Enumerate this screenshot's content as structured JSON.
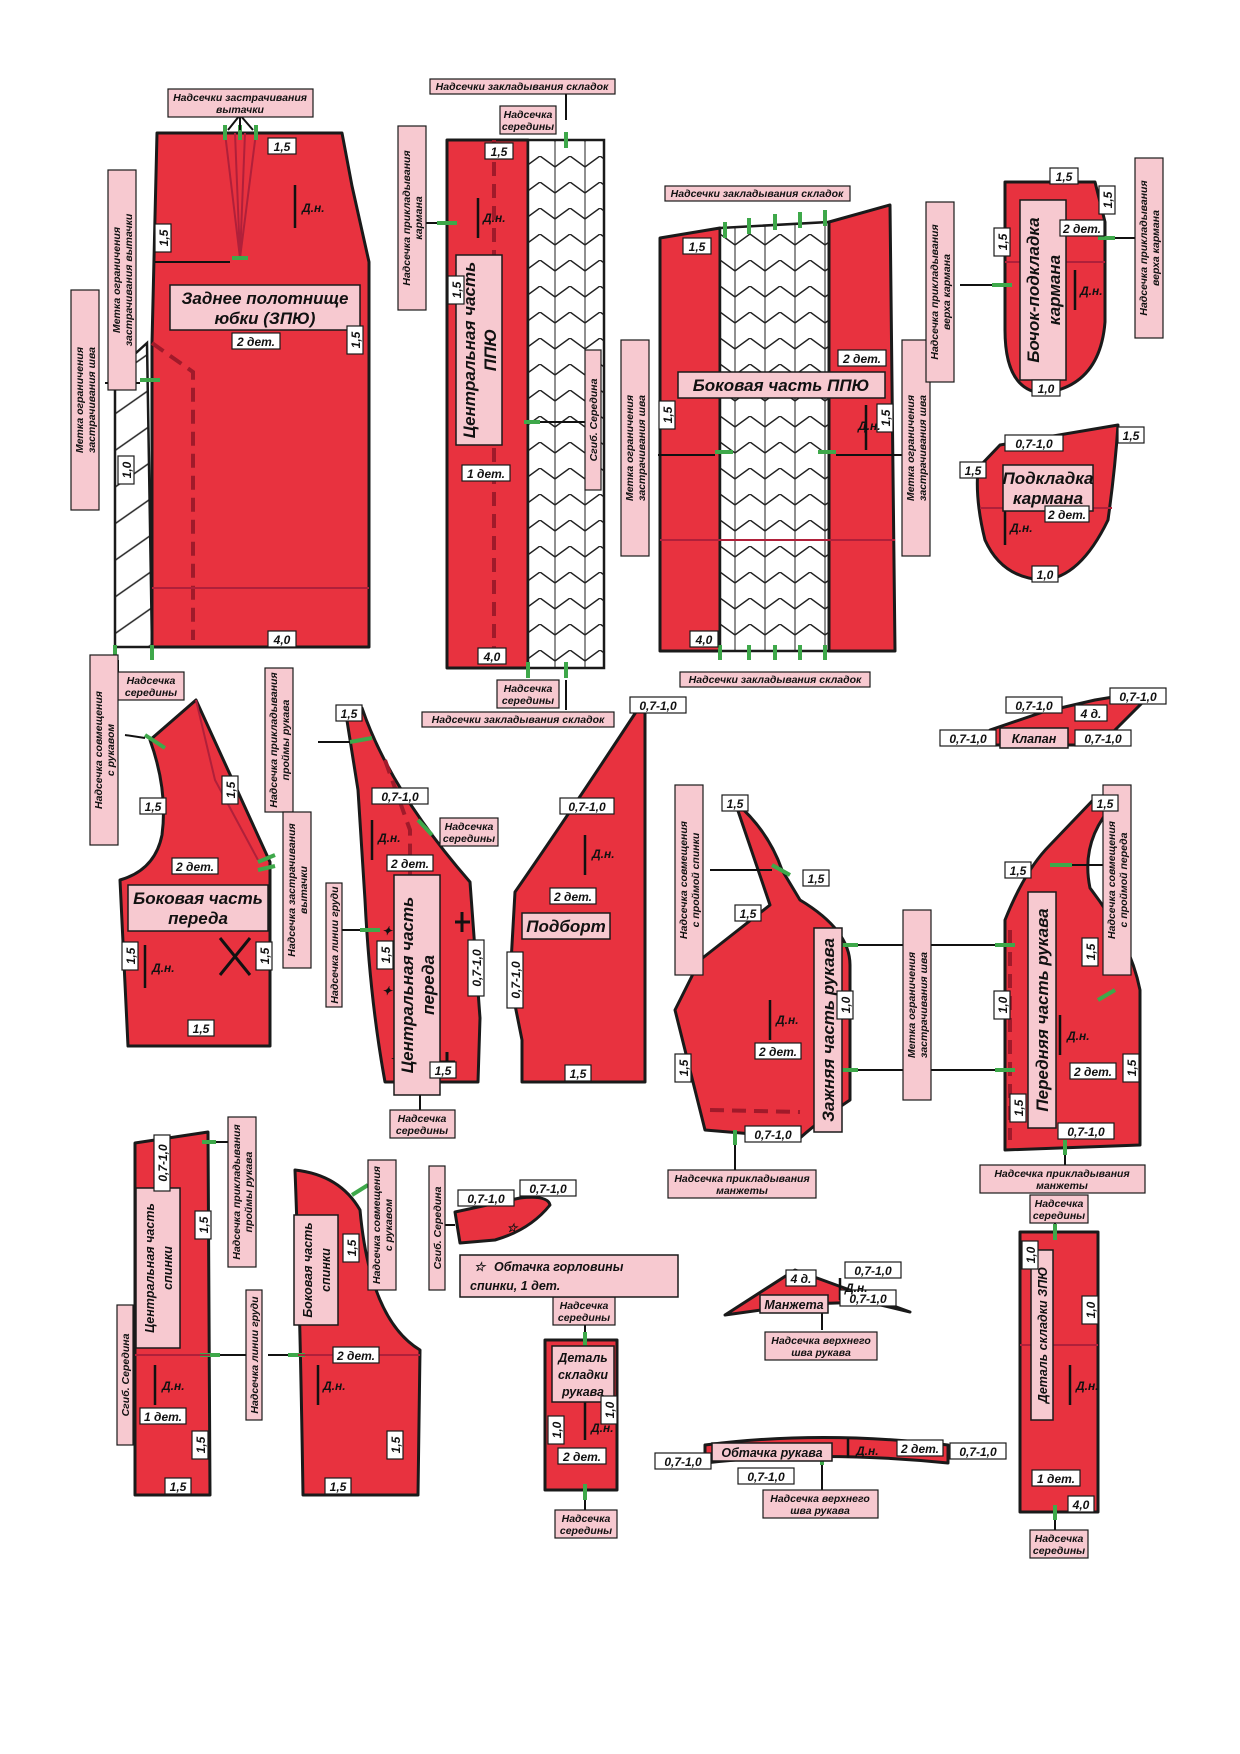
{
  "colors": {
    "piece": "#e8323f",
    "label_bg": "#f7c9d0",
    "notch": "#3ea84a"
  },
  "grain_mark": "Д.н.",
  "dims": {
    "d15": "1,5",
    "d10": "1,0",
    "d40": "4,0",
    "d0710": "0,7-1,0",
    "det1": "1 дет.",
    "det2": "2 дет.",
    "det4": "4 д."
  },
  "titles": {
    "zpu": [
      "Заднее полотнище",
      "юбки (ЗПЮ)"
    ],
    "central_ppu": [
      "Центральная часть",
      "ППЮ"
    ],
    "side_ppu": "Боковая часть ППЮ",
    "pocket_side": [
      "Бочок-подкладка",
      "кармана"
    ],
    "pocket_lining": [
      "Подкладка",
      "кармана"
    ],
    "flap": "Клапан",
    "side_front": [
      "Боковая часть",
      "переда"
    ],
    "central_front": [
      "Центральная часть",
      "переда"
    ],
    "facing": "Подборт",
    "back_sleeve": "Зажняя часть рукава",
    "front_sleeve": "Передняя часть рукава",
    "central_back": [
      "Центральная часть",
      "спинки"
    ],
    "side_back": [
      "Боковая часть",
      "спинки"
    ],
    "neck_facing": [
      "Обтачка горловины",
      "спинки, 1 дет."
    ],
    "cuff": "Манжета",
    "sleeve_pleat": [
      "Деталь",
      "складки",
      "рукава"
    ],
    "sleeve_facing": "Обтачка рукава",
    "zpu_pleat": "Деталь складки ЗПЮ"
  },
  "labels": {
    "dart_stitch_notches": [
      "Надсечки застрачивания",
      "вытачки"
    ],
    "dart_limit_mark": [
      "Метка ограничения",
      "застрачивания вытачки"
    ],
    "seam_limit_mark": [
      "Метка ограничения",
      "застрачивания шва"
    ],
    "middle_notch": [
      "Надсечка",
      "середины"
    ],
    "pleat_notches": "Надсечки закладывания складок",
    "pocket_attach_notch": [
      "Надсечка прикладывания",
      "кармана"
    ],
    "fold_middle": "Сгиб. Середина",
    "pocket_top_notch": [
      "Надсечка прикладывания",
      "верха кармана"
    ],
    "sleeve_join_notch": [
      "Надсечка совмещения",
      "с рукавом"
    ],
    "armhole_notch": [
      "Надсечка прикладывания",
      "проймы рукава"
    ],
    "dart_stitch_notch": [
      "Надсечка застрачивания",
      "вытачки"
    ],
    "chest_line_notch": "Надсечка линии груди",
    "back_armhole_notch": [
      "Надсечка совмещения",
      "с проймой спинки"
    ],
    "front_armhole_notch": [
      "Надсечка совмещения",
      "с проймой переда"
    ],
    "cuff_attach_notch": [
      "Надсечка прикладывания",
      "манжеты"
    ],
    "upper_sleeve_seam_notch": [
      "Надсечка верхнего",
      "шва рукава"
    ]
  }
}
